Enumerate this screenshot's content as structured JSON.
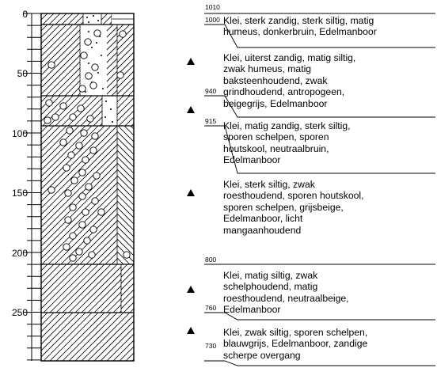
{
  "axis": {
    "ticks": [
      "0",
      "50",
      "100",
      "150",
      "200",
      "250"
    ]
  },
  "levels": [
    "1010",
    "1000",
    "940",
    "915",
    "800",
    "760",
    "730"
  ],
  "layers": [
    {
      "description": "Klei, sterk zandig, sterk siltig, matig\nhumeus, donkerbruin, Edelmanboor"
    },
    {
      "description": "Klei, uiterst zandig, matig siltig,\nzwak humeus, matig\nbaksteenhoudend, zwak\ngrindhoudend, antropogeen,\nbeigegrijs, Edelmanboor"
    },
    {
      "description": "Klei, matig zandig, sterk siltig,\nsporen schelpen, sporen\nhoutskool, neutraalbruin,\nEdelmanboor"
    },
    {
      "description": "Klei, sterk siltig, zwak\nroesthoudend, sporen houtskool,\nsporen schelpen, grijsbeige,\nEdelmanboor, licht\nmangaanhoudend"
    },
    {
      "description": "Klei, matig siltig, zwak\nschelphoudend, matig\nroesthoudend, neutraalbeige,\nEdelmanboor"
    },
    {
      "description": "Klei, zwak siltig, sporen schelpen,\nblauwgrijs, Edelmanboor, zandige\nscherpe overgang"
    }
  ],
  "markers": {
    "icon": "triangle-sample-icon",
    "count": 5
  },
  "colors": {
    "line": "#000000",
    "background": "#ffffff"
  }
}
